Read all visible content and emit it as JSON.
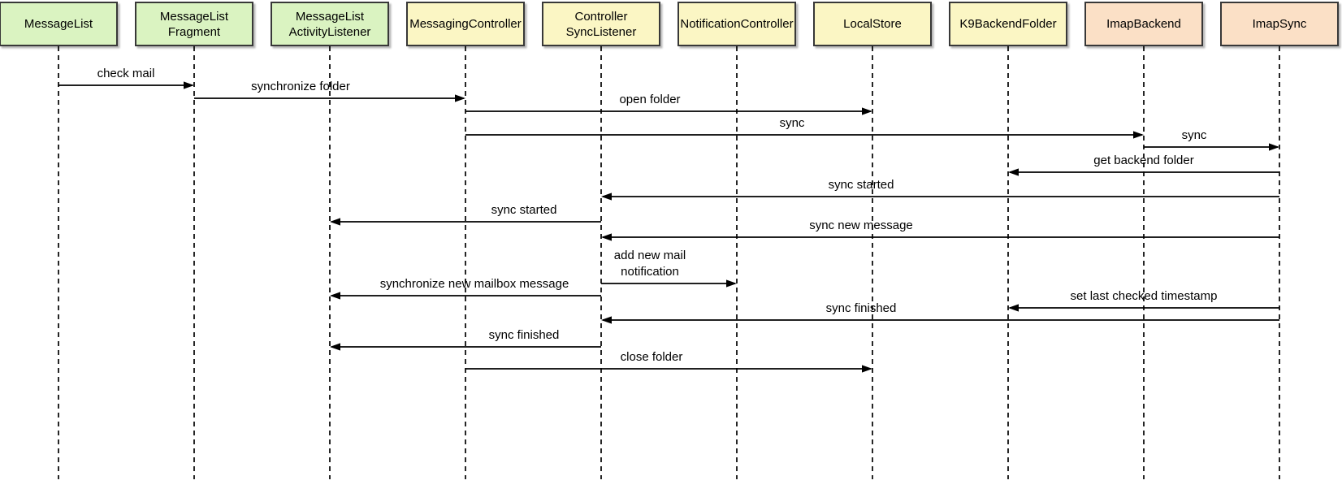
{
  "diagram": {
    "type": "uml-sequence",
    "colors": {
      "background": "#ffffff",
      "box_border": "#383838",
      "arrow_line": "#000000",
      "text": "#000000",
      "ui_green": "#daf3c1",
      "controller_yellow": "#fbf6c4",
      "imap_peach": "#fbe0c6"
    },
    "participants": [
      {
        "id": "message-list",
        "label": "MessageList",
        "fill": "#daf3c1"
      },
      {
        "id": "message-list-fragment",
        "label": "MessageList\nFragment",
        "fill": "#daf3c1"
      },
      {
        "id": "message-list-activity-listener",
        "label": "MessageList\nActivityListener",
        "fill": "#daf3c1"
      },
      {
        "id": "messaging-controller",
        "label": "MessagingController",
        "fill": "#fbf6c4"
      },
      {
        "id": "controller-sync-listener",
        "label": "Controller\nSyncListener",
        "fill": "#fbf6c4"
      },
      {
        "id": "notification-controller",
        "label": "NotificationController",
        "fill": "#fbf6c4"
      },
      {
        "id": "local-store",
        "label": "LocalStore",
        "fill": "#fbf6c4"
      },
      {
        "id": "k9-backend-folder",
        "label": "K9BackendFolder",
        "fill": "#fbf6c4"
      },
      {
        "id": "imap-backend",
        "label": "ImapBackend",
        "fill": "#fbe0c6"
      },
      {
        "id": "imap-sync",
        "label": "ImapSync",
        "fill": "#fbe0c6"
      }
    ],
    "messages": [
      {
        "from": "message-list",
        "to": "message-list-fragment",
        "label": "check mail"
      },
      {
        "from": "message-list-fragment",
        "to": "messaging-controller",
        "label": "synchronize folder"
      },
      {
        "from": "messaging-controller",
        "to": "local-store",
        "label": "open folder"
      },
      {
        "from": "messaging-controller",
        "to": "imap-backend",
        "label": "sync"
      },
      {
        "from": "imap-backend",
        "to": "imap-sync",
        "label": "sync"
      },
      {
        "from": "imap-sync",
        "to": "k9-backend-folder",
        "label": "get backend folder"
      },
      {
        "from": "imap-sync",
        "to": "controller-sync-listener",
        "label": "sync started"
      },
      {
        "from": "controller-sync-listener",
        "to": "message-list-activity-listener",
        "label": "sync started"
      },
      {
        "from": "imap-sync",
        "to": "controller-sync-listener",
        "label": "sync new message"
      },
      {
        "from": "controller-sync-listener",
        "to": "notification-controller",
        "label": "add new mail\nnotification"
      },
      {
        "from": "controller-sync-listener",
        "to": "message-list-activity-listener",
        "label": "synchronize new mailbox message"
      },
      {
        "from": "imap-sync",
        "to": "k9-backend-folder",
        "label": "set last checked timestamp"
      },
      {
        "from": "imap-sync",
        "to": "controller-sync-listener",
        "label": "sync finished"
      },
      {
        "from": "controller-sync-listener",
        "to": "message-list-activity-listener",
        "label": "sync finished"
      },
      {
        "from": "messaging-controller",
        "to": "local-store",
        "label": "close folder"
      }
    ]
  }
}
